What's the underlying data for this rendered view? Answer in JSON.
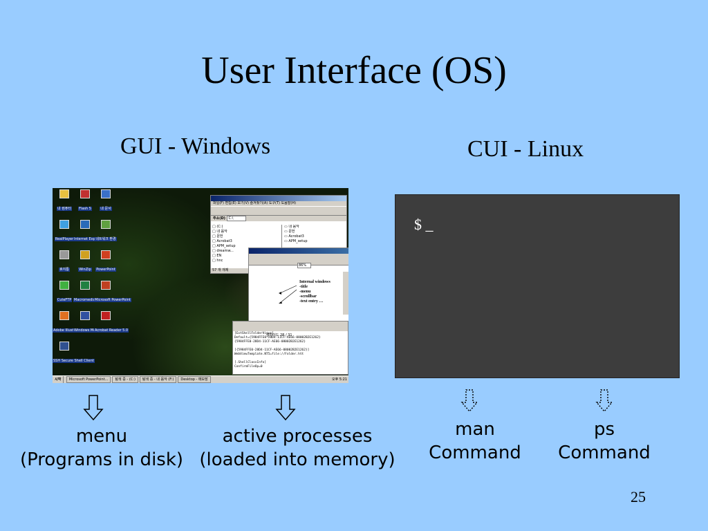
{
  "slide": {
    "title": "User Interface (OS)",
    "page_number": "25"
  },
  "gui": {
    "heading": "GUI - Windows",
    "caption_line1": "menu",
    "caption_line2": "(Programs in disk)",
    "caption2_line1": "active processes",
    "caption2_line2": "(loaded into memory)",
    "screenshot": {
      "desktop_icons": [
        "내 컴퓨터",
        "Flash 5",
        "내 문서",
        "RealPlayer",
        "Internet Explorer",
        "네트워크 환경",
        "휴지통",
        "WinZip",
        "PowerPoint",
        "CuteFTP",
        "Macromedia Dreamwea...",
        "Microsoft PowerPoint",
        "Adobe Illustrator 9.0",
        "Windows Media",
        "Acrobat Reader 5.0",
        "SSH Secure Shell Client"
      ],
      "explorer_menu": "파일(F)  편집(E)  보기(V)  즐겨찾기(A)  도구(T)  도움말(H)",
      "address_label": "주소(D)",
      "address_value": "C:\\",
      "tree_items": [
        "(C:)",
        "내 음악",
        "문헌",
        "Acrobat3",
        "APM_setup",
        "dreamw...",
        "EN",
        "hnc"
      ],
      "file_items": [
        "내 음악",
        "문헌",
        "Acrobat3",
        "APM_setup"
      ],
      "status_text": "57 개 개체",
      "annotation_title": "Internal windows",
      "annotation_items": [
        "-title",
        "-menu",
        "-scrollbar",
        "-text entry …"
      ],
      "fp_zoom": "86%",
      "code_lines": [
        "[ExtShellFolderViews]",
        "Default={5984FFE0-28D4-11CF-AE66-08002B2E1262}",
        "{5984FFE0-28D4-11CF-AE66-08002B2E1262}",
        "",
        "[{5984FFE0-28D4-11CF-AE66-08002B2E1262}]",
        "WebViewTemplate.NT5=file://Folder.htt",
        "",
        "[.ShellClassInfo]",
        "ConfirmFileOp=0"
      ],
      "code_header": "슬라이드 28 / 31",
      "taskbar_start": "시작",
      "taskbar_tasks": [
        "Microsoft PowerPoint...",
        "탐색 중 - (C:)",
        "탐색 중 - 내 음악 (F:)",
        "Desktop - 메모장"
      ],
      "taskbar_clock": "오후 5:21"
    }
  },
  "cui": {
    "heading": "CUI - Linux",
    "prompt": "$ _",
    "caption_man_line1": "man",
    "caption_man_line2": "Command",
    "caption_ps_line1": "ps",
    "caption_ps_line2": "Command"
  }
}
